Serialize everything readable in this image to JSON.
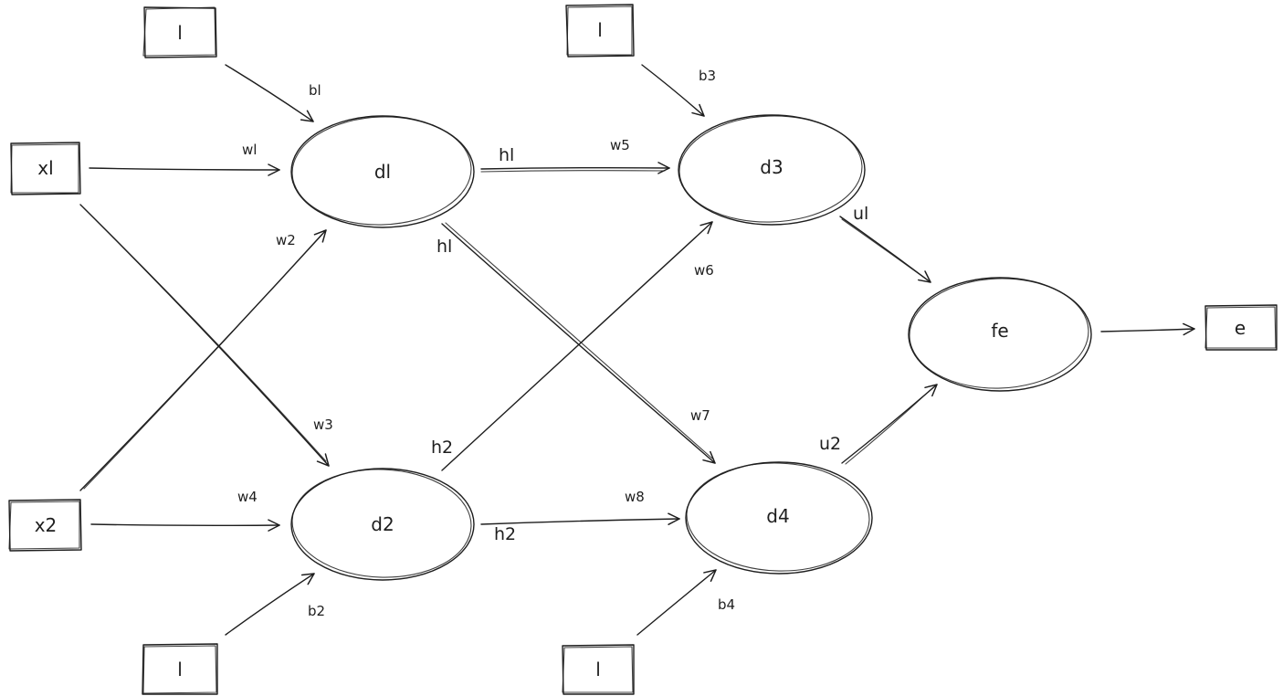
{
  "diagram": {
    "input_boxes": {
      "x1": "xl",
      "x2": "x2",
      "bias_1": "l",
      "bias_2": "l",
      "bias_3": "l",
      "bias_4": "l",
      "output": "e"
    },
    "nodes": {
      "d1": "dl",
      "d2": "d2",
      "d3": "d3",
      "d4": "d4",
      "fe": "fe"
    },
    "edge_labels": {
      "w1": "wl",
      "w2": "w2",
      "w3": "w3",
      "w4": "w4",
      "w5": "w5",
      "w6": "w6",
      "w7": "w7",
      "w8": "w8",
      "b1": "bl",
      "b2": "b2",
      "b3": "b3",
      "b4": "b4",
      "h1_top": "hl",
      "h1_diag": "hl",
      "h2_diag": "h2",
      "h2_bottom": "h2",
      "u1": "ul",
      "u2": "u2"
    }
  }
}
